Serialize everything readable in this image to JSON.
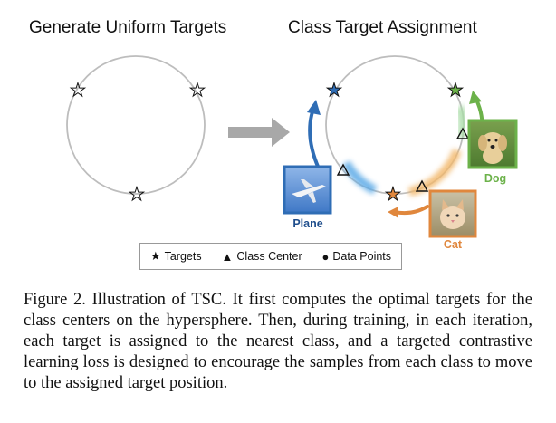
{
  "figure": {
    "left_panel_title": "Generate Uniform Targets",
    "right_panel_title": "Class Target Assignment",
    "labels": {
      "plane": "Plane",
      "dog": "Dog",
      "cat": "Cat"
    },
    "colors": {
      "plane": "#2f6db5",
      "dog": "#6cb24a",
      "cat": "#e0873d",
      "circle": "#bdbdbd",
      "arrow": "#a8a8a8"
    },
    "legend": {
      "targets": "Targets",
      "class_center": "Class Center",
      "data_points": "Data Points"
    }
  },
  "caption": "Figure 2. Illustration of TSC. It first computes the optimal targets for the class centers on the hypersphere.  Then, during training, in each iteration, each target is assigned to the nearest class, and a targeted contrastive learning loss is designed to encourage the samples from each class to move to the assigned target position."
}
